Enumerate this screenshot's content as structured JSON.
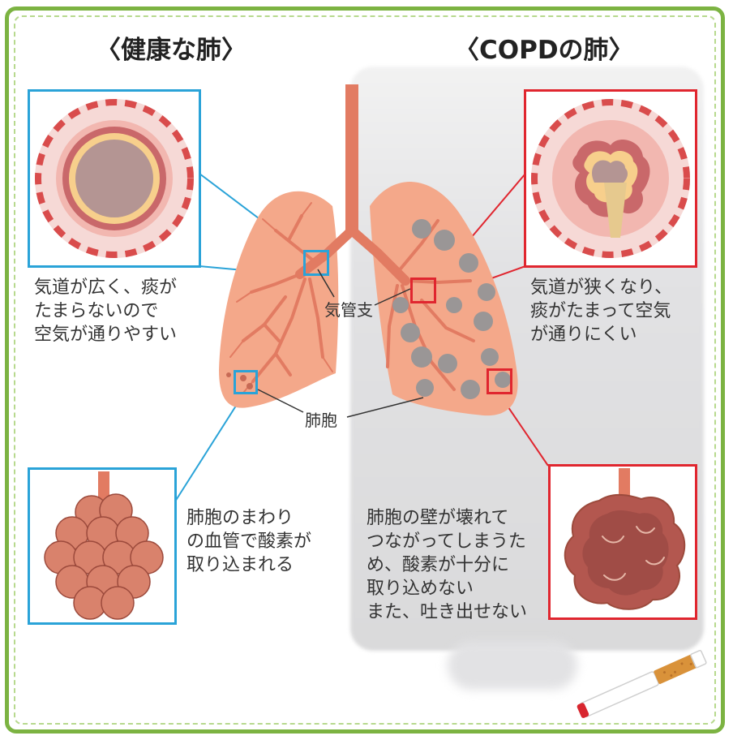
{
  "titles": {
    "healthy": "〈健康な肺〉",
    "copd": "〈COPDの肺〉"
  },
  "captions": {
    "healthy_airway": [
      "気道が広く、痰が",
      "たまらないので",
      "空気が通りやすい"
    ],
    "copd_airway": [
      "気道が狭くなり、",
      "痰がたまって空気",
      "が通りにくい"
    ],
    "healthy_alveoli": [
      "肺胞のまわり",
      "の血管で酸素が",
      "取り込まれる"
    ],
    "copd_alveoli": [
      "肺胞の壁が壊れて",
      "つながってしまうた",
      "め、酸素が十分に",
      "取り込めない",
      "また、吐き出せない"
    ]
  },
  "labels": {
    "bronchi": "気管支",
    "alveoli": "肺胞"
  },
  "colors": {
    "frame": "#7cb342",
    "healthy_accent": "#2aa3d8",
    "copd_accent": "#e0262f",
    "lung": "#f4a88a",
    "airway": "#e27b62",
    "smoke_background": "#dedee0"
  },
  "icons": {
    "cigarette": "cigarette-icon",
    "lungs": "lungs-illustration"
  }
}
